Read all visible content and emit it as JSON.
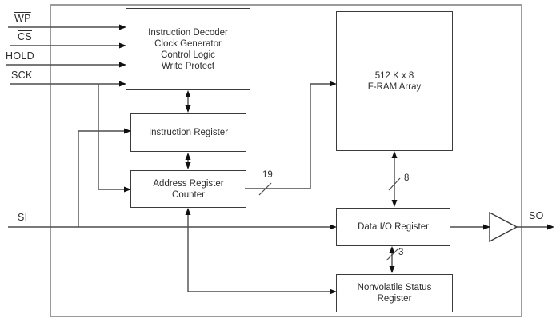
{
  "colors": {
    "background": "#ffffff",
    "outer_border": "#9b9b9b",
    "box_border": "#3b3b3b",
    "line": "#4d4d4d",
    "arrow": "#101010",
    "text": "#2e2e2e"
  },
  "signals": {
    "wp": {
      "label": "WP",
      "active_low": true
    },
    "cs": {
      "label": "CS",
      "active_low": true
    },
    "hold": {
      "label": "HOLD",
      "active_low": true
    },
    "sck": {
      "label": "SCK",
      "active_low": false
    },
    "si": {
      "label": "SI",
      "active_low": false
    },
    "so": {
      "label": "SO",
      "active_low": false
    }
  },
  "blocks": {
    "decoder": {
      "lines": [
        "Instruction Decoder",
        "Clock Generator",
        "Control Logic",
        "Write Protect"
      ]
    },
    "instruction_register": {
      "lines": [
        "Instruction Register"
      ]
    },
    "address_register_counter": {
      "lines": [
        "Address Register",
        "Counter"
      ]
    },
    "fram_array": {
      "lines": [
        "512 K x 8",
        "F-RAM Array"
      ]
    },
    "data_io_register": {
      "lines": [
        "Data I/O Register"
      ]
    },
    "nonvolatile_status_register": {
      "lines": [
        "Nonvolatile Status",
        "Register"
      ]
    }
  },
  "bus_widths": {
    "address": "19",
    "data": "8",
    "status": "3"
  }
}
